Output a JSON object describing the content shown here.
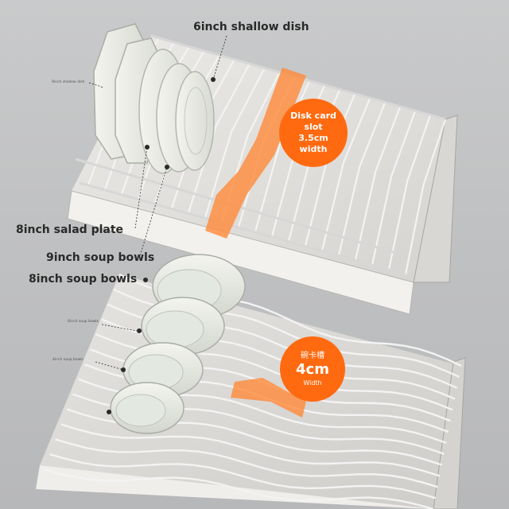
{
  "labels": {
    "shallow_dish_6": "6inch shallow dish",
    "shallow_dish_9": "9inch shallow dish",
    "salad_plate_8": "8inch salad plate",
    "soup_bowls_9": "9inch soup bowls",
    "soup_bowls_8": "8inch soup bowls",
    "soup_bowls_6_small": "6inch soup bowls",
    "soup_bowls_4_small": "4inch soup bowls"
  },
  "top_badge": {
    "line1": "Disk card",
    "line2": "slot",
    "line3": "3.5cm",
    "line4": "width"
  },
  "bottom_badge": {
    "line1": "碗卡槽",
    "line2": "4cm",
    "line3": "Width"
  },
  "colors": {
    "badge": "#ff6a10",
    "slot_highlight": "#ff8a3a",
    "background": "#c4c5c6",
    "wire": "#e8e8e8"
  }
}
